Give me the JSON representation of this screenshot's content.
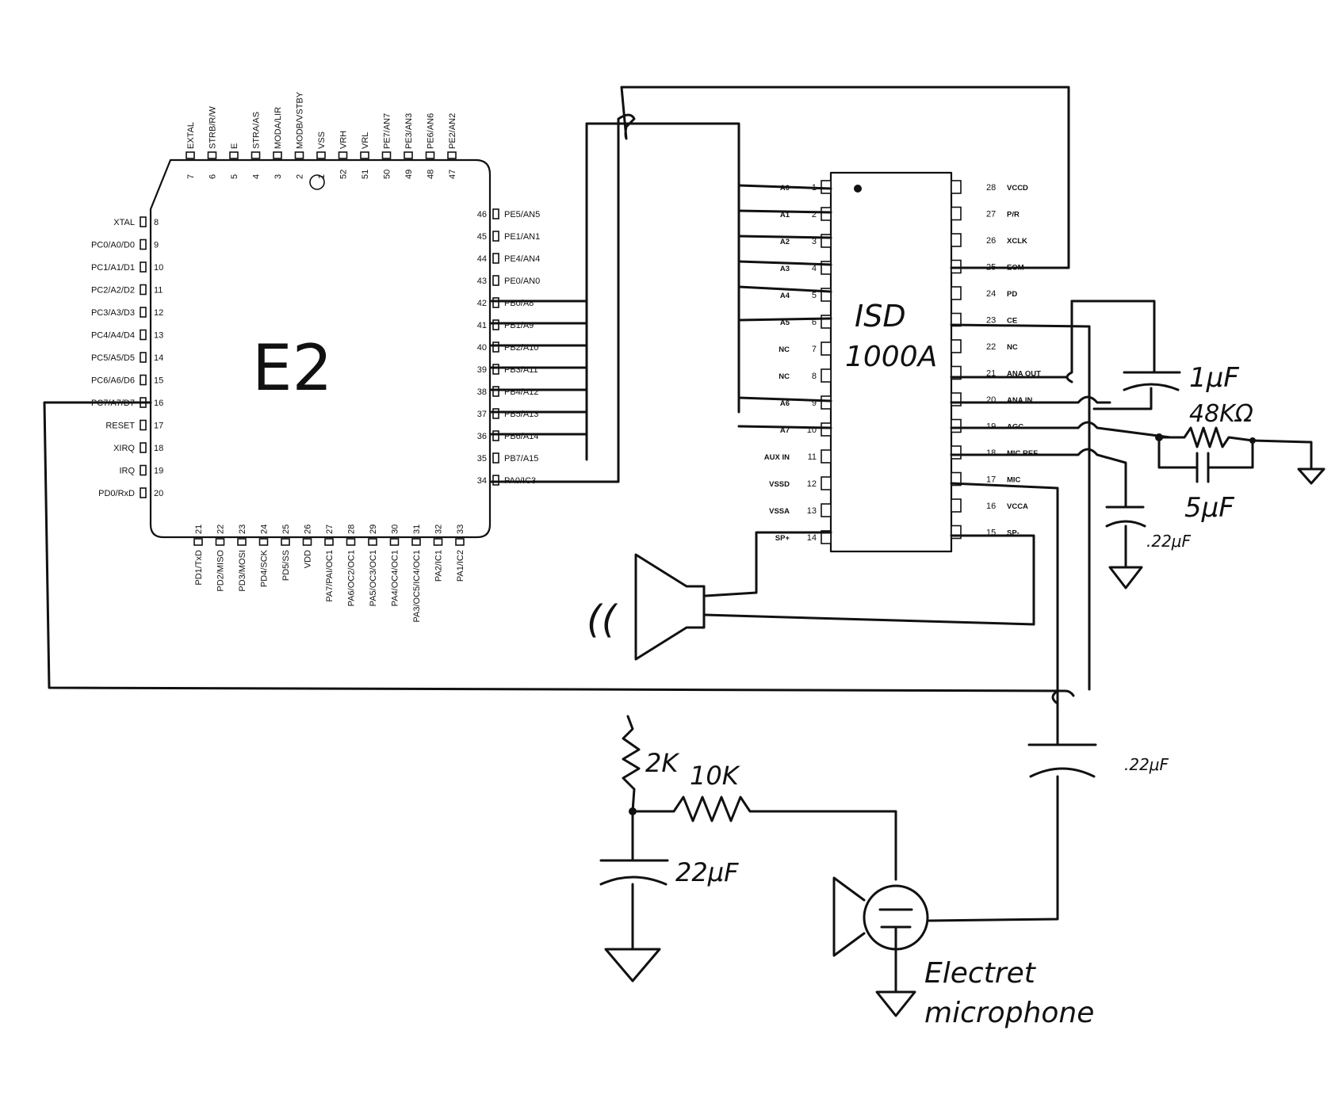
{
  "mcu": {
    "label": "E2",
    "pins_left": [
      {
        "name": "XTAL",
        "num": "8"
      },
      {
        "name": "PC0/A0/D0",
        "num": "9"
      },
      {
        "name": "PC1/A1/D1",
        "num": "10"
      },
      {
        "name": "PC2/A2/D2",
        "num": "11"
      },
      {
        "name": "PC3/A3/D3",
        "num": "12"
      },
      {
        "name": "PC4/A4/D4",
        "num": "13"
      },
      {
        "name": "PC5/A5/D5",
        "num": "14"
      },
      {
        "name": "PC6/A6/D6",
        "num": "15"
      },
      {
        "name": "PC7/A7/D7",
        "num": "16"
      },
      {
        "name": "RESET",
        "num": "17"
      },
      {
        "name": "XIRQ",
        "num": "18"
      },
      {
        "name": "IRQ",
        "num": "19"
      },
      {
        "name": "PD0/RxD",
        "num": "20"
      }
    ],
    "pins_top": [
      {
        "name": "EXTAL",
        "num": "7"
      },
      {
        "name": "STRB/R/W",
        "num": "6"
      },
      {
        "name": "E",
        "num": "5"
      },
      {
        "name": "STRA/AS",
        "num": "4"
      },
      {
        "name": "MODA/LIR",
        "num": "3"
      },
      {
        "name": "MODB/VSTBY",
        "num": "2"
      },
      {
        "name": "VSS",
        "num": "1"
      },
      {
        "name": "VRH",
        "num": "52"
      },
      {
        "name": "VRL",
        "num": "51"
      },
      {
        "name": "PE7/AN7",
        "num": "50"
      },
      {
        "name": "PE3/AN3",
        "num": "49"
      },
      {
        "name": "PE6/AN6",
        "num": "48"
      },
      {
        "name": "PE2/AN2",
        "num": "47"
      }
    ],
    "pins_right": [
      {
        "name": "PE5/AN5",
        "num": "46"
      },
      {
        "name": "PE1/AN1",
        "num": "45"
      },
      {
        "name": "PE4/AN4",
        "num": "44"
      },
      {
        "name": "PE0/AN0",
        "num": "43"
      },
      {
        "name": "PB0/A8",
        "num": "42"
      },
      {
        "name": "PB1/A9",
        "num": "41"
      },
      {
        "name": "PB2/A10",
        "num": "40"
      },
      {
        "name": "PB3/A11",
        "num": "39"
      },
      {
        "name": "PB4/A12",
        "num": "38"
      },
      {
        "name": "PB5/A13",
        "num": "37"
      },
      {
        "name": "PB6/A14",
        "num": "36"
      },
      {
        "name": "PB7/A15",
        "num": "35"
      },
      {
        "name": "PA0/IC3",
        "num": "34"
      }
    ],
    "pins_bottom": [
      {
        "name": "PD1/TxD",
        "num": "21"
      },
      {
        "name": "PD2/MISO",
        "num": "22"
      },
      {
        "name": "PD3/MOSI",
        "num": "23"
      },
      {
        "name": "PD4/SCK",
        "num": "24"
      },
      {
        "name": "PD5/SS",
        "num": "25"
      },
      {
        "name": "VDD",
        "num": "26"
      },
      {
        "name": "PA7/PAI/OC1",
        "num": "27"
      },
      {
        "name": "PA6/OC2/OC1",
        "num": "28"
      },
      {
        "name": "PA5/OC3/OC1",
        "num": "29"
      },
      {
        "name": "PA4/OC4/OC1",
        "num": "30"
      },
      {
        "name": "PA3/OC5/IC4/OC1",
        "num": "31"
      },
      {
        "name": "PA2/IC1",
        "num": "32"
      },
      {
        "name": "PA1/IC2",
        "num": "33"
      }
    ]
  },
  "isd": {
    "label_line1": "ISD",
    "label_line2": "1000A",
    "pins_left": [
      {
        "name": "A0",
        "num": "1"
      },
      {
        "name": "A1",
        "num": "2"
      },
      {
        "name": "A2",
        "num": "3"
      },
      {
        "name": "A3",
        "num": "4"
      },
      {
        "name": "A4",
        "num": "5"
      },
      {
        "name": "A5",
        "num": "6"
      },
      {
        "name": "NC",
        "num": "7"
      },
      {
        "name": "NC",
        "num": "8"
      },
      {
        "name": "A6",
        "num": "9"
      },
      {
        "name": "A7",
        "num": "10"
      },
      {
        "name": "AUX IN",
        "num": "11"
      },
      {
        "name": "VSSD",
        "num": "12"
      },
      {
        "name": "VSSA",
        "num": "13"
      },
      {
        "name": "SP+",
        "num": "14"
      }
    ],
    "pins_right": [
      {
        "name": "VCCD",
        "num": "28"
      },
      {
        "name": "P/R",
        "num": "27"
      },
      {
        "name": "XCLK",
        "num": "26"
      },
      {
        "name": "EOM",
        "num": "25"
      },
      {
        "name": "PD",
        "num": "24"
      },
      {
        "name": "CE",
        "num": "23"
      },
      {
        "name": "NC",
        "num": "22"
      },
      {
        "name": "ANA OUT",
        "num": "21"
      },
      {
        "name": "ANA IN",
        "num": "20"
      },
      {
        "name": "AGC",
        "num": "19"
      },
      {
        "name": "MIC REF",
        "num": "18"
      },
      {
        "name": "MIC",
        "num": "17"
      },
      {
        "name": "VCCA",
        "num": "16"
      },
      {
        "name": "SP-",
        "num": "15"
      }
    ]
  },
  "components": {
    "cap_1uf": "1μF",
    "res_48k": "48KΩ",
    "cap_5uf": "5μF",
    "cap_22uf_right": ".22μF",
    "cap_22uf_mid": ".22μF",
    "res_2k": "2K",
    "res_10k": "10K",
    "cap_22uf_left": "22μF",
    "speaker_sound": "((",
    "mic_label_line1": "Electret",
    "mic_label_line2": "microphone"
  }
}
